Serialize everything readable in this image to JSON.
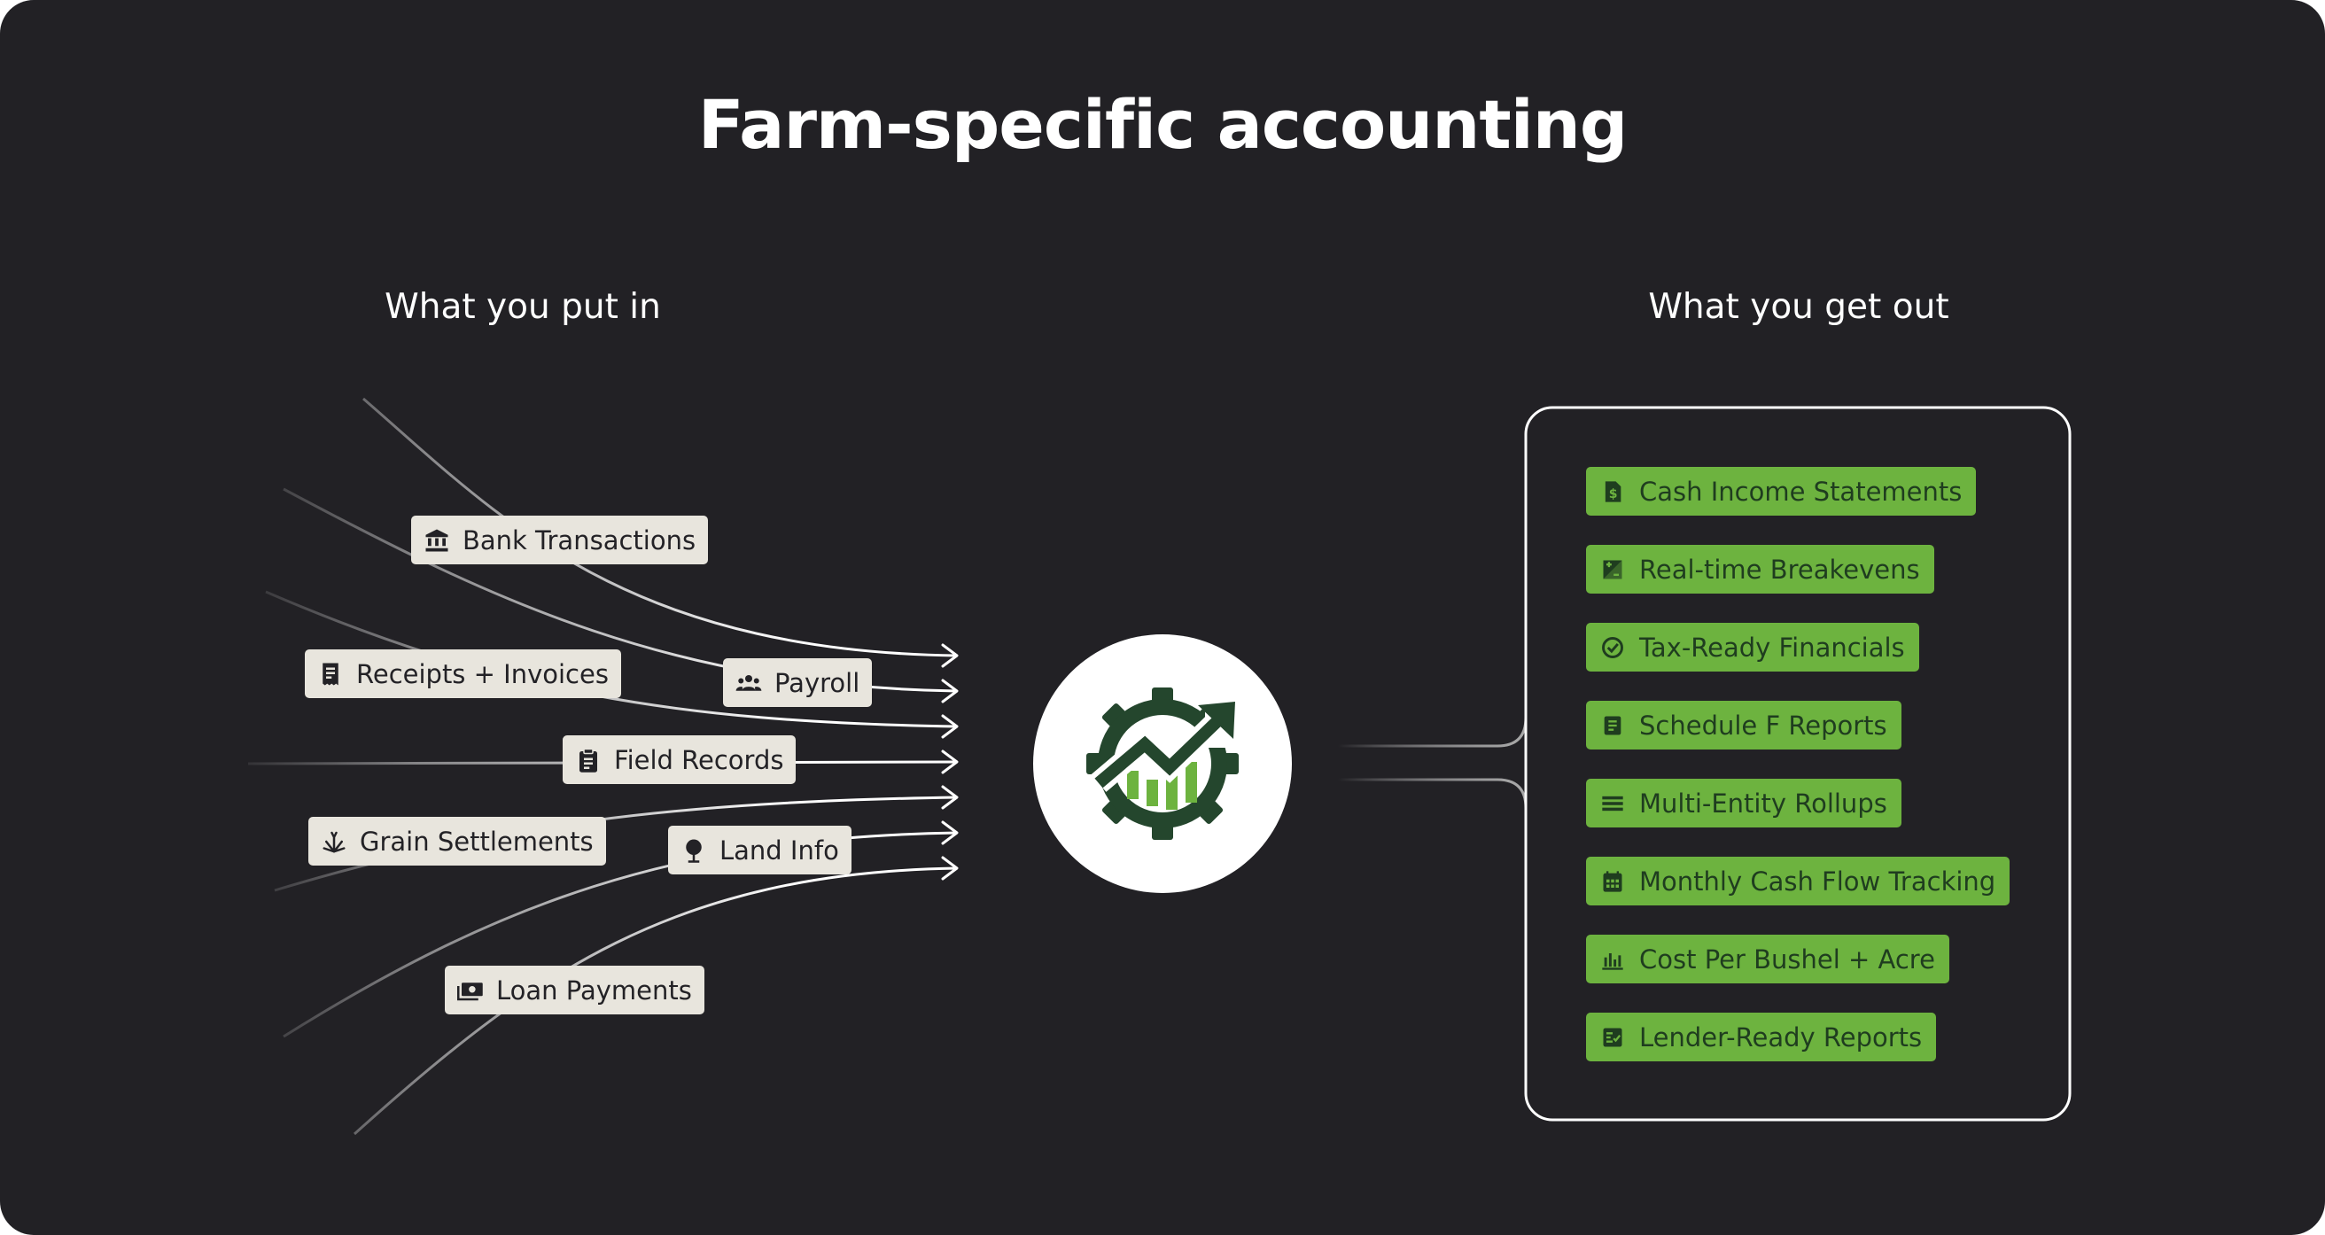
{
  "title": "Farm-specific accounting",
  "inputs_heading": "What you put in",
  "outputs_heading": "What you get out",
  "colors": {
    "background": "#222125",
    "input_tag": "#e8e5dd",
    "output_tag": "#6db33f",
    "output_text": "#1f3d1f",
    "logo_dark": "#24462d",
    "logo_green": "#6db33f"
  },
  "inputs": [
    {
      "label": "Bank Transactions",
      "icon": "bank-icon"
    },
    {
      "label": "Receipts + Invoices",
      "icon": "receipt-icon"
    },
    {
      "label": "Payroll",
      "icon": "people-icon"
    },
    {
      "label": "Field Records",
      "icon": "clipboard-icon"
    },
    {
      "label": "Grain Settlements",
      "icon": "grain-icon"
    },
    {
      "label": "Land Info",
      "icon": "tree-icon"
    },
    {
      "label": "Loan Payments",
      "icon": "money-icon"
    }
  ],
  "outputs": [
    {
      "label": "Cash Income Statements",
      "icon": "document-dollar-icon"
    },
    {
      "label": "Real-time Breakevens",
      "icon": "breakeven-icon"
    },
    {
      "label": "Tax-Ready Financials",
      "icon": "check-circle-icon"
    },
    {
      "label": "Schedule F Reports",
      "icon": "document-lines-icon"
    },
    {
      "label": "Multi-Entity Rollups",
      "icon": "layers-icon"
    },
    {
      "label": "Monthly Cash Flow Tracking",
      "icon": "calendar-icon"
    },
    {
      "label": "Cost Per Bushel + Acre",
      "icon": "bar-chart-icon"
    },
    {
      "label": "Lender-Ready Reports",
      "icon": "checklist-icon"
    }
  ]
}
